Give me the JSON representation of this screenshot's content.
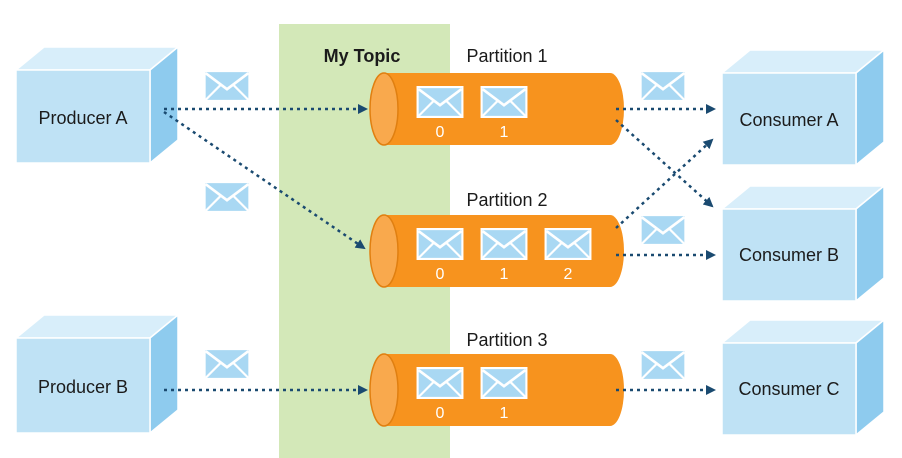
{
  "topic": {
    "title": "My Topic"
  },
  "producers": [
    {
      "label": "Producer A"
    },
    {
      "label": "Producer B"
    }
  ],
  "consumers": [
    {
      "label": "Consumer A"
    },
    {
      "label": "Consumer B"
    },
    {
      "label": "Consumer C"
    }
  ],
  "partitions": [
    {
      "label": "Partition 1",
      "offsets": [
        "0",
        "1"
      ]
    },
    {
      "label": "Partition 2",
      "offsets": [
        "0",
        "1",
        "2"
      ]
    },
    {
      "label": "Partition 3",
      "offsets": [
        "0",
        "1"
      ]
    }
  ],
  "colors": {
    "box_front": "#bfe2f5",
    "box_top": "#d8eefa",
    "box_side": "#8ecbee",
    "topic_band": "#d3e8b8",
    "partition_fill": "#f7931e",
    "partition_end": "#f9a94d",
    "envelope": "#a9d8f3",
    "arrow": "#1a4a70"
  }
}
